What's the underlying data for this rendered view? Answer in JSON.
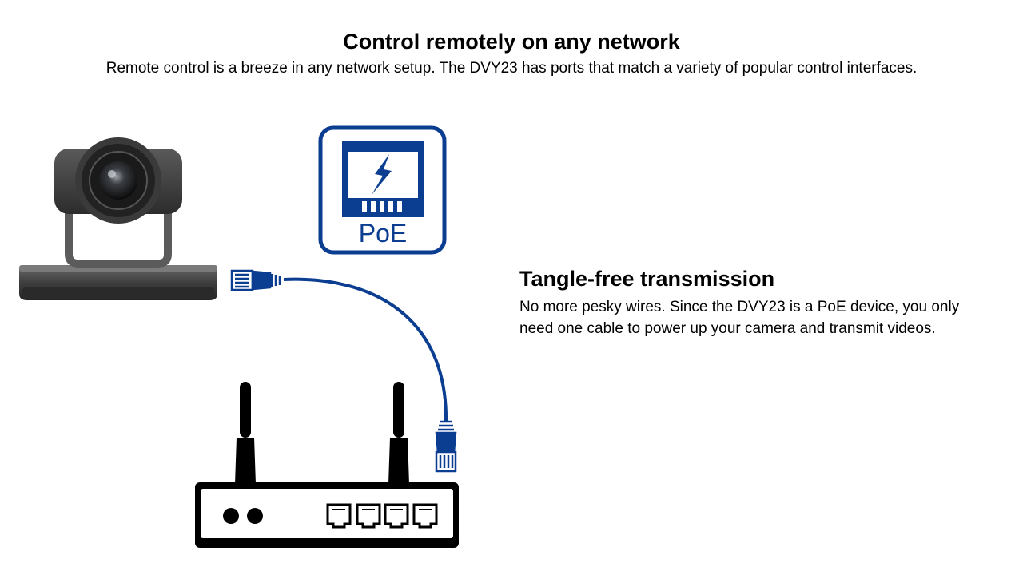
{
  "header": {
    "title": "Control remotely on any network",
    "subtitle": "Remote control is a breeze in any network setup. The DVY23 has ports that match a variety of popular control interfaces."
  },
  "poe_badge": {
    "label": "PoE",
    "color": "#0b3d91"
  },
  "feature": {
    "title": "Tangle-free transmission",
    "body_lines": [
      "No more pesky wires. Since the DVY23 is a PoE device, you only",
      "need one cable to power up your camera and transmit videos."
    ]
  },
  "diagram": {
    "devices": [
      "ptz-camera",
      "network-router"
    ],
    "cable_color": "#0b3d91",
    "router_port_count": 4,
    "router_led_count": 2,
    "antenna_count": 2
  }
}
